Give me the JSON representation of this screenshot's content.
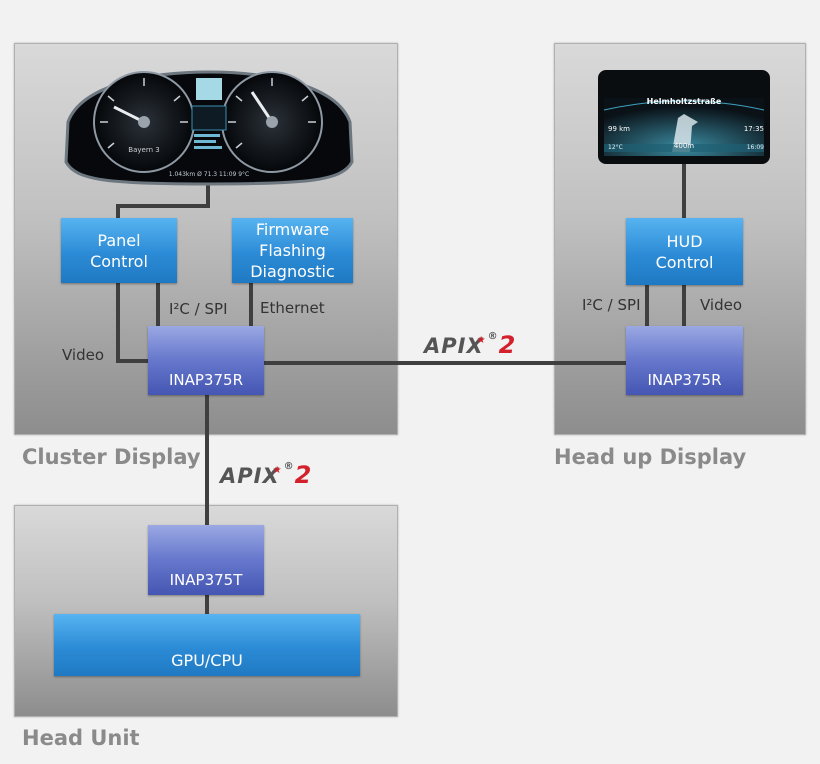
{
  "cluster": {
    "title": "Cluster Display",
    "panel_control": "Panel Control",
    "firmware": "Firmware Flashing Diagnostic",
    "i2c_label": "I²C / SPI",
    "ethernet_label": "Ethernet",
    "video_label": "Video",
    "inap": "INAP375R",
    "dash": {
      "station": "Bayern 3",
      "bottom_bar": "1.043km   Ø 71.3   11:09   9°C"
    }
  },
  "hud": {
    "title": "Head up Display",
    "control": "HUD Control",
    "i2c_label": "I²C / SPI",
    "video_label": "Video",
    "inap": "INAP375R",
    "screen": {
      "street": "Helmholtzstraße",
      "speed": "99 km",
      "time": "17:35",
      "temp": "12°C",
      "distance": "400m",
      "eta": "16:09"
    }
  },
  "head_unit": {
    "title": "Head Unit",
    "inap": "INAP375T",
    "gpu": "GPU/CPU"
  },
  "apix": {
    "text": "APIX",
    "version": "2",
    "registered": "®"
  }
}
